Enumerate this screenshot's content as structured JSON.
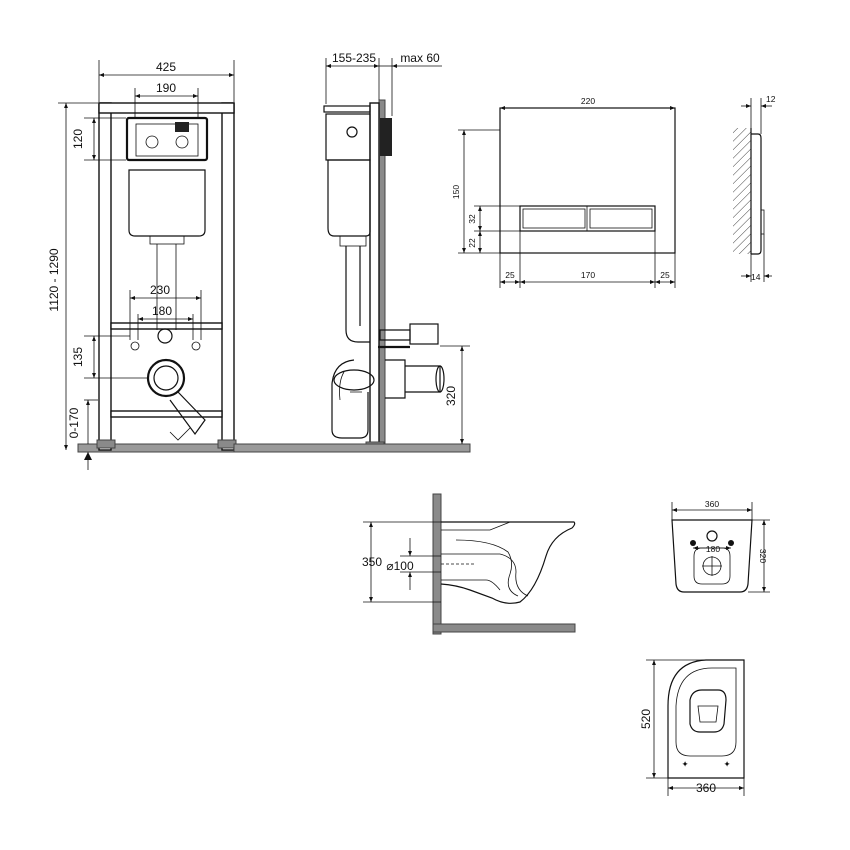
{
  "frame_front": {
    "width_total": "425",
    "panel_width": "190",
    "top_height": "120",
    "height_range": "1120 - 1290",
    "anchor_wide": "230",
    "anchor_narrow": "180",
    "drain_height": "135",
    "leg_range": "0-170"
  },
  "frame_side": {
    "depth_range": "155-235",
    "max_depth": "max 60",
    "outlet_height": "320"
  },
  "flush_plate": {
    "width": "220",
    "height": "150",
    "button_height": "32",
    "bottom_offset": "22",
    "margin_left": "25",
    "button_width": "170",
    "margin_right": "25",
    "thickness_top": "12",
    "thickness_bottom": "14"
  },
  "bowl_side": {
    "height": "350",
    "pipe_diameter": "⌀100"
  },
  "bowl_back": {
    "width": "360",
    "depth": "320",
    "fixing_spacing": "180"
  },
  "bowl_top": {
    "length": "520",
    "width": "360"
  }
}
